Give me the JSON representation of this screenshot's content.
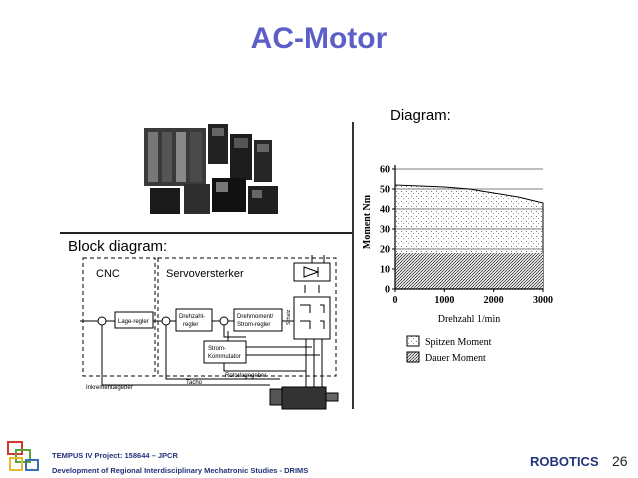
{
  "slide": {
    "title": "AC-Motor",
    "diagram_label": "Diagram:",
    "block_label": "Block diagram:"
  },
  "block_diagram": {
    "cnc": "CNC",
    "servo": "Servoversterker",
    "lage": "Lage-regler",
    "drehzahl_1": "Drehzahl-",
    "drehzahl_2": "regler",
    "drehmoment_1": "Drehmoment/",
    "drehmoment_2": "Strom-regler",
    "strom_1": "Strom-",
    "strom_2": "Kommutator",
    "rotor": "Rotorlagegeber",
    "tacho": "Tacho",
    "inkrement": "Inkrementalgeber",
    "schutz": "Schutz"
  },
  "chart_data": {
    "type": "area",
    "xlabel": "Drehzahl 1/min",
    "ylabel": "Moment Nm",
    "xlim": [
      0,
      3000
    ],
    "ylim": [
      0,
      60
    ],
    "x_ticks": [
      "0",
      "1000",
      "2000",
      "3000"
    ],
    "y_ticks": [
      "0",
      "10",
      "20",
      "30",
      "40",
      "50",
      "60"
    ],
    "series": [
      {
        "name": "Spitzen Moment",
        "x": [
          0,
          1000,
          1500,
          2000,
          2500,
          3000
        ],
        "values": [
          52,
          51,
          50,
          48,
          46,
          43
        ]
      },
      {
        "name": "Dauer Moment",
        "x": [
          0,
          1000,
          2000,
          3000
        ],
        "values": [
          18,
          18,
          18,
          18
        ]
      }
    ],
    "reference_lines": [
      60,
      50,
      40,
      30,
      20,
      10
    ]
  },
  "footer": {
    "line1": "TEMPUS IV Project: 158644 – JPCR",
    "line2": "Development of Regional Interdisciplinary Mechatronic Studies - DRIMS",
    "robotics": "ROBOTICS",
    "page": "26"
  },
  "colors": {
    "title": "#5b5fc7",
    "footer_text": "#23337a",
    "logo_red": "#d33a2c",
    "logo_green": "#5aa33a",
    "logo_yellow": "#e8b92c",
    "logo_blue": "#3a6fb5"
  }
}
